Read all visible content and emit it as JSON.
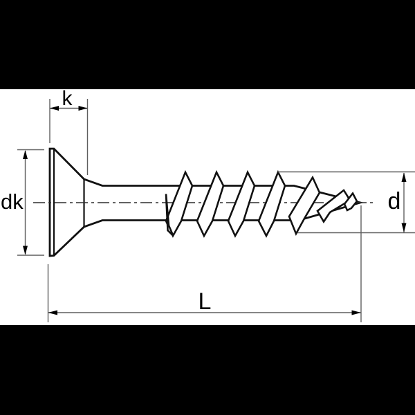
{
  "diagram": {
    "dimension_labels": {
      "head_height": "k",
      "head_diameter": "dk",
      "thread_diameter": "d",
      "total_length": "L"
    },
    "colors": {
      "background": "#ffffff",
      "frame_bars": "#000000",
      "outline": "#111111",
      "dimension_lines": "#5f5f5f",
      "label_text": "#000000"
    }
  }
}
